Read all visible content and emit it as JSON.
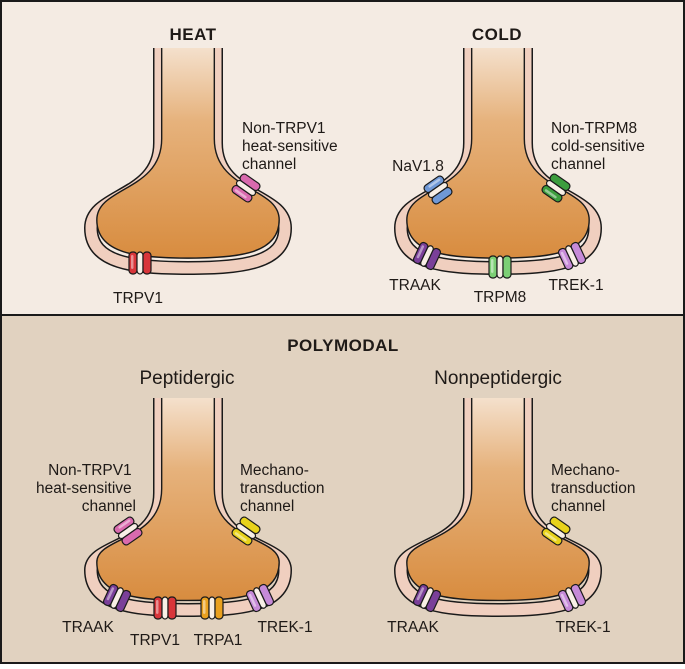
{
  "colors": {
    "top_panel": "#f4ebe3",
    "bottom_panel": "#e1d2c0",
    "membrane": "#f0cfbf",
    "cytoplasm": "#dc9a55",
    "outline": "#1a1a1a",
    "trpv1": "#d8353a",
    "non_trpv1": "#d96aae",
    "navi18": "#6f98d6",
    "non_trpm8": "#3c9d3e",
    "traak": "#7a3f99",
    "trpm8": "#7ccf75",
    "trek1": "#c68ad8",
    "trpa1": "#e9a01f",
    "mechano": "#e8d21a"
  },
  "panels": {
    "top": {
      "heat": {
        "title": "HEAT",
        "labels": {
          "non_trpv1": [
            "Non-TRPV1",
            "heat-sensitive",
            "channel"
          ],
          "trpv1": "TRPV1"
        }
      },
      "cold": {
        "title": "COLD",
        "labels": {
          "navi18": "NaV1.8",
          "non_trpm8": [
            "Non-TRPM8",
            "cold-sensitive",
            "channel"
          ],
          "traak": "TRAAK",
          "trpm8": "TRPM8",
          "trek1": "TREK-1"
        }
      }
    },
    "bottom": {
      "title": "POLYMODAL",
      "peptidergic": {
        "title": "Peptidergic",
        "labels": {
          "non_trpv1": [
            "Non-TRPV1",
            "heat-sensitive",
            "channel"
          ],
          "mechano": [
            "Mechano-",
            "transduction",
            "channel"
          ],
          "traak": "TRAAK",
          "trpv1": "TRPV1",
          "trpa1": "TRPA1",
          "trek1": "TREK-1"
        }
      },
      "nonpeptidergic": {
        "title": "Nonpeptidergic",
        "labels": {
          "mechano": [
            "Mechano-",
            "transduction",
            "channel"
          ],
          "traak": "TRAAK",
          "trek1": "TREK-1"
        }
      }
    }
  }
}
